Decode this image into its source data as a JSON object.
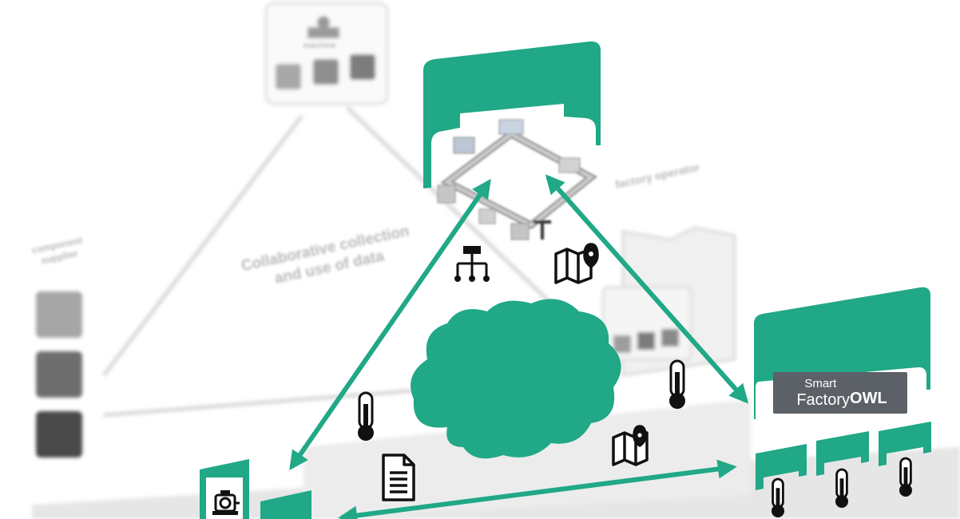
{
  "background": {
    "center_text": "Collaborative collection and use of data",
    "supplier_label": "component supplier",
    "operator_label": "factory operator",
    "machine_label": "machine"
  },
  "logo": {
    "smart": "Smart",
    "factory": "Factory",
    "owl": "OWL"
  },
  "colors": {
    "accent": "#20a887",
    "logo_bg": "#5c6167",
    "faded": "#cfcfcf"
  },
  "icons": [
    "machine-icon",
    "hierarchy-icon",
    "map-icon",
    "thermometer-icon",
    "document-icon",
    "motor-icon",
    "cloud-icon"
  ]
}
